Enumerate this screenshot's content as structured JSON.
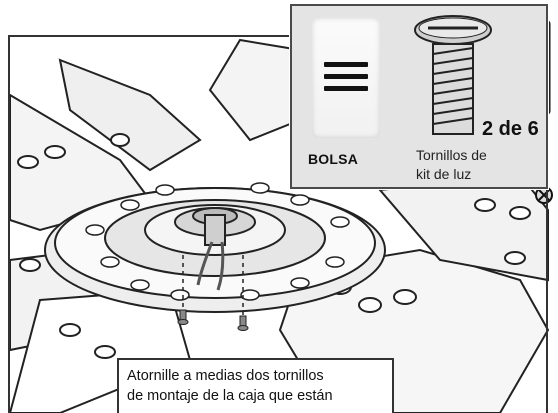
{
  "parts_panel": {
    "bag_label": "BOLSA",
    "count": "2 de 6",
    "screws_label_line1": "Tornillos de",
    "screws_label_line2": "kit de luz"
  },
  "instruction": {
    "line1": "Atornille a medias dos tornillos",
    "line2": "de montaje de la caja que están"
  },
  "icons": [
    "light-kit-screw-icon",
    "screwdriver-icon",
    "parts-bag-icon"
  ]
}
